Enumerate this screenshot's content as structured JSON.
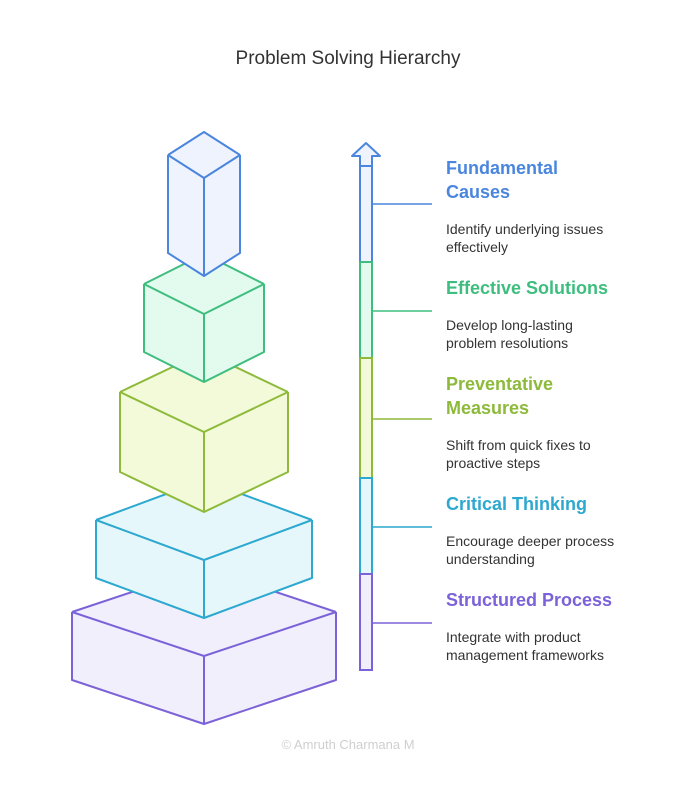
{
  "title": "Problem Solving Hierarchy",
  "footer": "© Amruth Charmana M",
  "levels": [
    {
      "title": "Fundamental Causes",
      "description": "Identify underlying issues effectively",
      "color": "#4A86DE",
      "fill": "#EEF3FD"
    },
    {
      "title": "Effective Solutions",
      "description": "Develop long-lasting problem resolutions",
      "color": "#3DBE7E",
      "fill": "#E3FBEF"
    },
    {
      "title": "Preventative Measures",
      "description": "Shift from quick fixes to proactive steps",
      "color": "#8DBA3A",
      "fill": "#F2FAD9"
    },
    {
      "title": "Critical Thinking",
      "description": "Encourage deeper process understanding",
      "color": "#2DA8CF",
      "fill": "#E6F7FC"
    },
    {
      "title": "Structured Process",
      "description": "Integrate with product management frameworks",
      "color": "#7B62D8",
      "fill": "#F2EFFD"
    }
  ]
}
